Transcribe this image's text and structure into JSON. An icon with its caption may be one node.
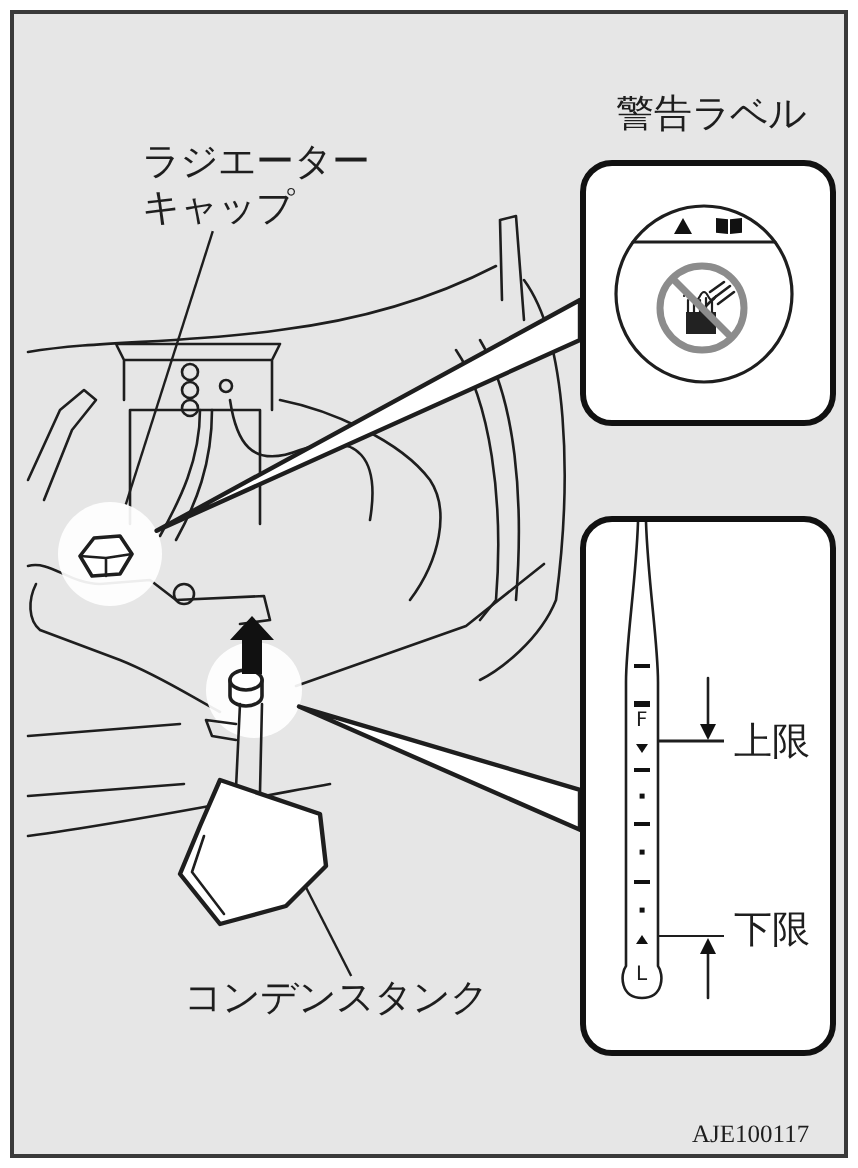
{
  "diagram": {
    "nodes": [
      {
        "text": [
          "警告ラベル"
        ]
      },
      {
        "text": [
          "ラジエーターキャップ"
        ]
      },
      {
        "text": [],
        "shape": "circle"
      },
      {
        "text": [
          "F",
          "上限",
          "下限",
          "L"
        ]
      },
      {
        "text": [],
        "shape": "circle"
      },
      {
        "text": [],
        "shape": "picture"
      },
      {
        "text": [
          "コンデンスタンク"
        ]
      }
    ],
    "edges": [
      {
        "from": 1,
        "to": 2,
        "arrow": "none"
      },
      {
        "from": 2,
        "to": 0,
        "arrow": "none",
        "style": "thick"
      },
      {
        "from": 4,
        "to": 3,
        "arrow": "none",
        "style": "thick"
      },
      {
        "from": 6,
        "to": 5,
        "arrow": "none"
      }
    ],
    "labels": [
      "AJE100117"
    ]
  }
}
